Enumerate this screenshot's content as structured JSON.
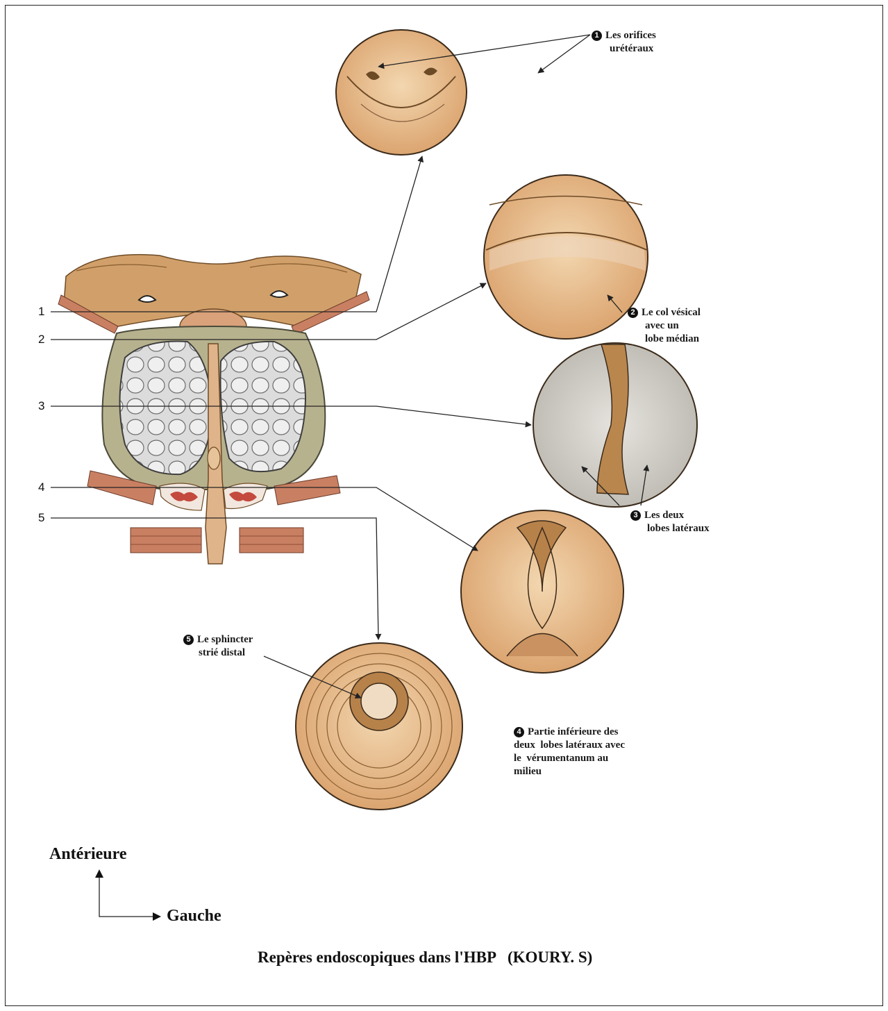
{
  "figure": {
    "caption": "Repères endoscopiques dans l'HBP   (KOURY. S)",
    "orientation": {
      "up": "Antérieure",
      "right": "Gauche"
    }
  },
  "line_numbers": [
    "1",
    "2",
    "3",
    "4",
    "5"
  ],
  "views": [
    {
      "id": "1",
      "badge": "1",
      "label_lines": [
        "Les orifices",
        "urétéraux"
      ]
    },
    {
      "id": "2",
      "badge": "2",
      "label_lines": [
        "Le col vésical",
        "avec un",
        "lobe médian"
      ]
    },
    {
      "id": "3",
      "badge": "3",
      "label_lines": [
        "Les deux",
        "lobes latéraux"
      ]
    },
    {
      "id": "4",
      "badge": "4",
      "label_lines": [
        "Partie inférieure des",
        "deux  lobes latéraux avec",
        "le  vérumentanum au",
        "milieu"
      ]
    },
    {
      "id": "5",
      "badge": "5",
      "label_lines": [
        "Le sphincter",
        "strié distal"
      ]
    }
  ],
  "colors": {
    "tissue": "#e3b27a",
    "tissue_dark": "#b7814a",
    "capsule": "#b7b28e",
    "lobe": "#d9d9d9",
    "muscle": "#c98062",
    "line": "#333333"
  }
}
